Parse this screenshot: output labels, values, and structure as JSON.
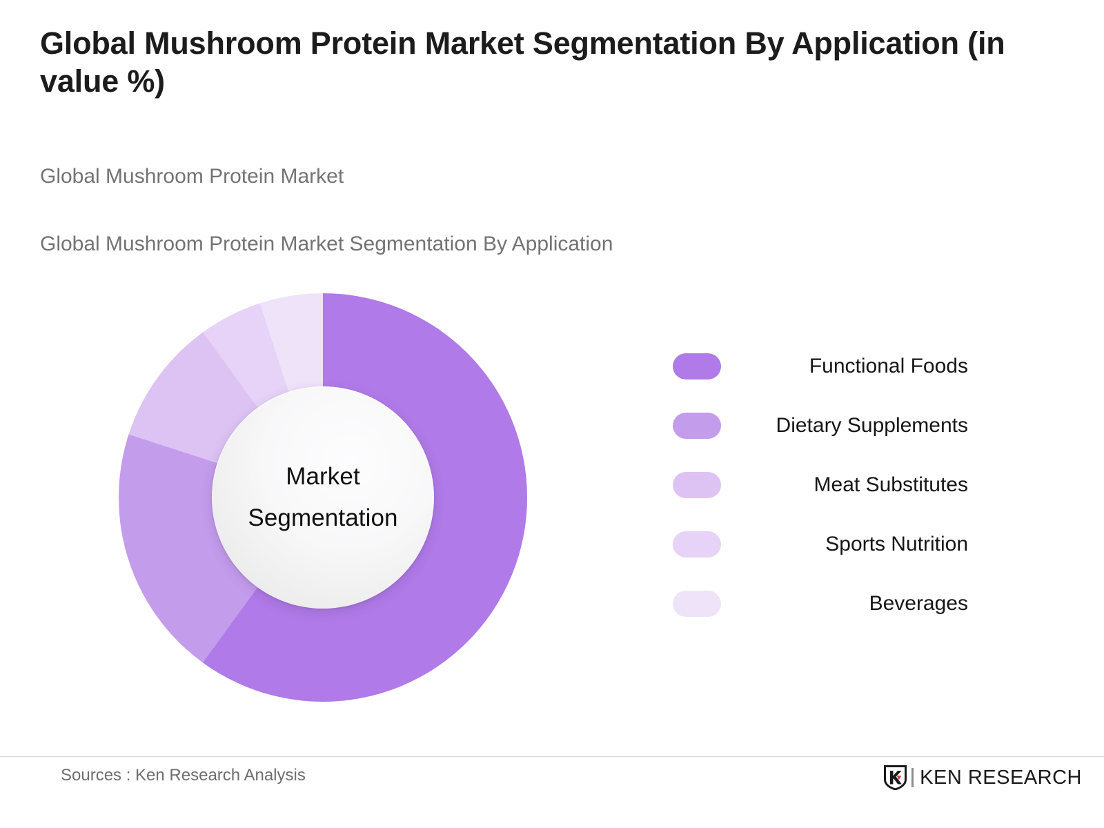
{
  "header": {
    "title": "Global Mushroom Protein Market Segmentation By Application (in value %)",
    "subtitle_line1": "Global Mushroom Protein Market",
    "subtitle_line2": "Global Mushroom Protein Market Segmentation By Application"
  },
  "donut": {
    "center_label": "Market\nSegmentation"
  },
  "footer": {
    "source": "Sources : Ken Research Analysis",
    "brand_name": "KEN RESEARCH",
    "brand_mark_letter": "K"
  },
  "chart_data": {
    "type": "pie",
    "title": "Global Mushroom Protein Market Segmentation By Application (in value %)",
    "subtitle": "Global Mushroom Protein Market",
    "unit": "%",
    "center_text": "Market Segmentation",
    "donut": true,
    "inner_radius_ratio": 0.545,
    "start_angle_deg": 0,
    "direction": "clockwise",
    "legend_position": "right",
    "grid": false,
    "xlabel": "",
    "ylabel": "",
    "categories": [
      "Functional Foods",
      "Dietary Supplements",
      "Meat Substitutes",
      "Sports Nutrition",
      "Beverages"
    ],
    "values": [
      60,
      20,
      10,
      5,
      5
    ],
    "colors": [
      "#b07ae8",
      "#c49cec",
      "#ddc3f4",
      "#e6d3f7",
      "#efe3fa"
    ],
    "slices": [
      {
        "label": "Functional Foods",
        "value": 60,
        "color": "#b07ae8"
      },
      {
        "label": "Dietary Supplements",
        "value": 20,
        "color": "#c49cec"
      },
      {
        "label": "Meat Substitutes",
        "value": 10,
        "color": "#ddc3f4"
      },
      {
        "label": "Sports Nutrition",
        "value": 5,
        "color": "#e6d3f7"
      },
      {
        "label": "Beverages",
        "value": 5,
        "color": "#efe3fa"
      }
    ]
  },
  "colors": {
    "accent": "#b07ae8",
    "title_text": "#1c1c1c",
    "subtitle_text": "#737373",
    "background": "#ffffff",
    "footer_rule": "#d6d6d6",
    "brand_red": "#e03a3c"
  }
}
